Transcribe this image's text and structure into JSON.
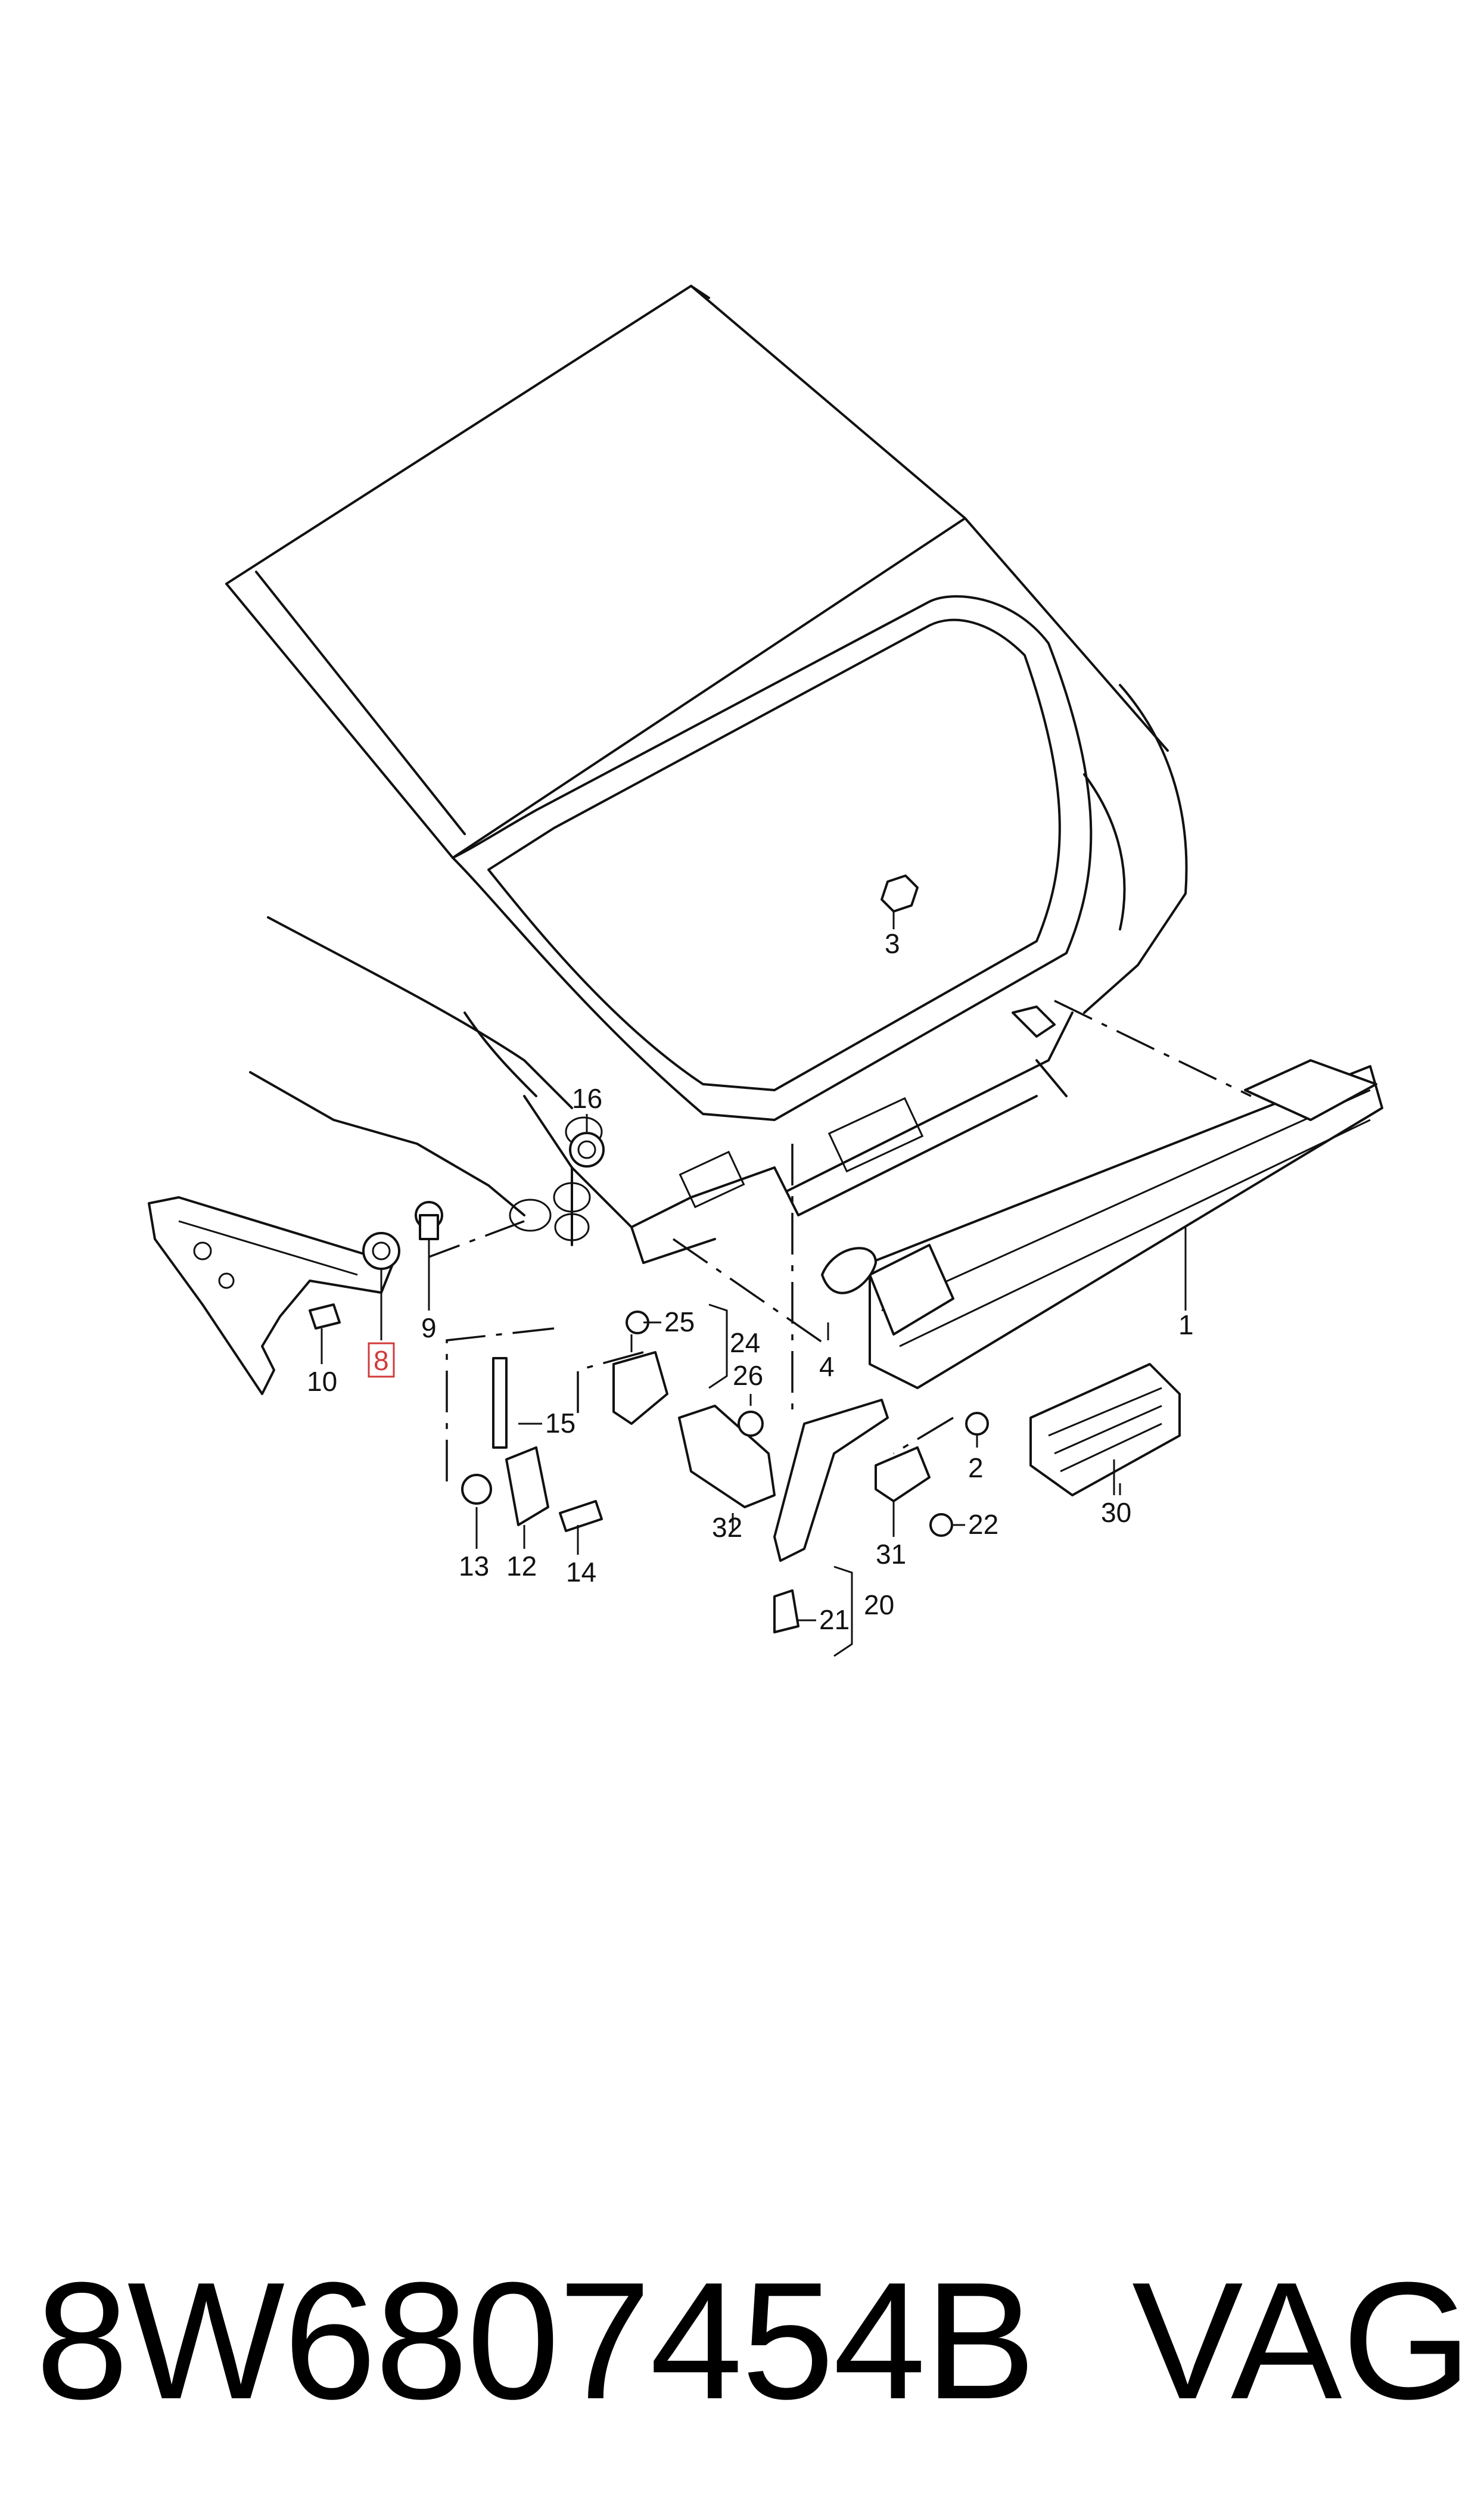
{
  "diagram": {
    "callouts": {
      "c1": "1",
      "c2": "2",
      "c3": "3",
      "c4": "4",
      "c8": "8",
      "c9": "9",
      "c10": "10",
      "c12": "12",
      "c13": "13",
      "c14": "14",
      "c15": "15",
      "c16": "16",
      "c20": "20",
      "c21": "21",
      "c22": "22",
      "c24": "24",
      "c25": "25",
      "c26": "26",
      "c30": "30",
      "c31": "31",
      "c32": "32"
    },
    "highlighted_callout": "8",
    "highlight_color": "#d43a3a"
  },
  "footer": {
    "part_number": "8W6807454B",
    "brand": "VAG"
  }
}
